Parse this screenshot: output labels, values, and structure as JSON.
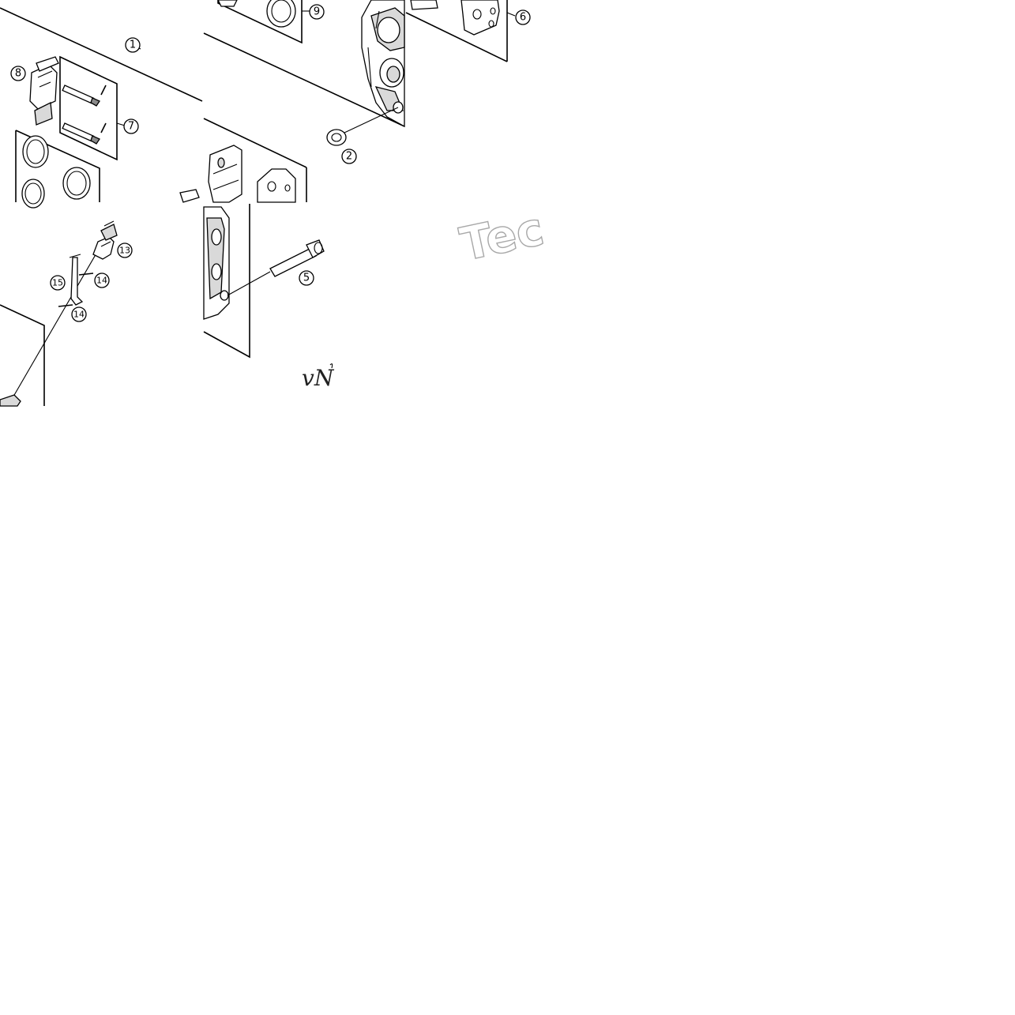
{
  "callouts": {
    "c1": "1",
    "c2": "2",
    "c5": "5",
    "c6": "6",
    "c7": "7",
    "c8": "8",
    "c9": "9",
    "c13": "13",
    "c14a": "14",
    "c14b": "14",
    "c15": "15"
  },
  "watermark": "Tec",
  "signature": "vN"
}
